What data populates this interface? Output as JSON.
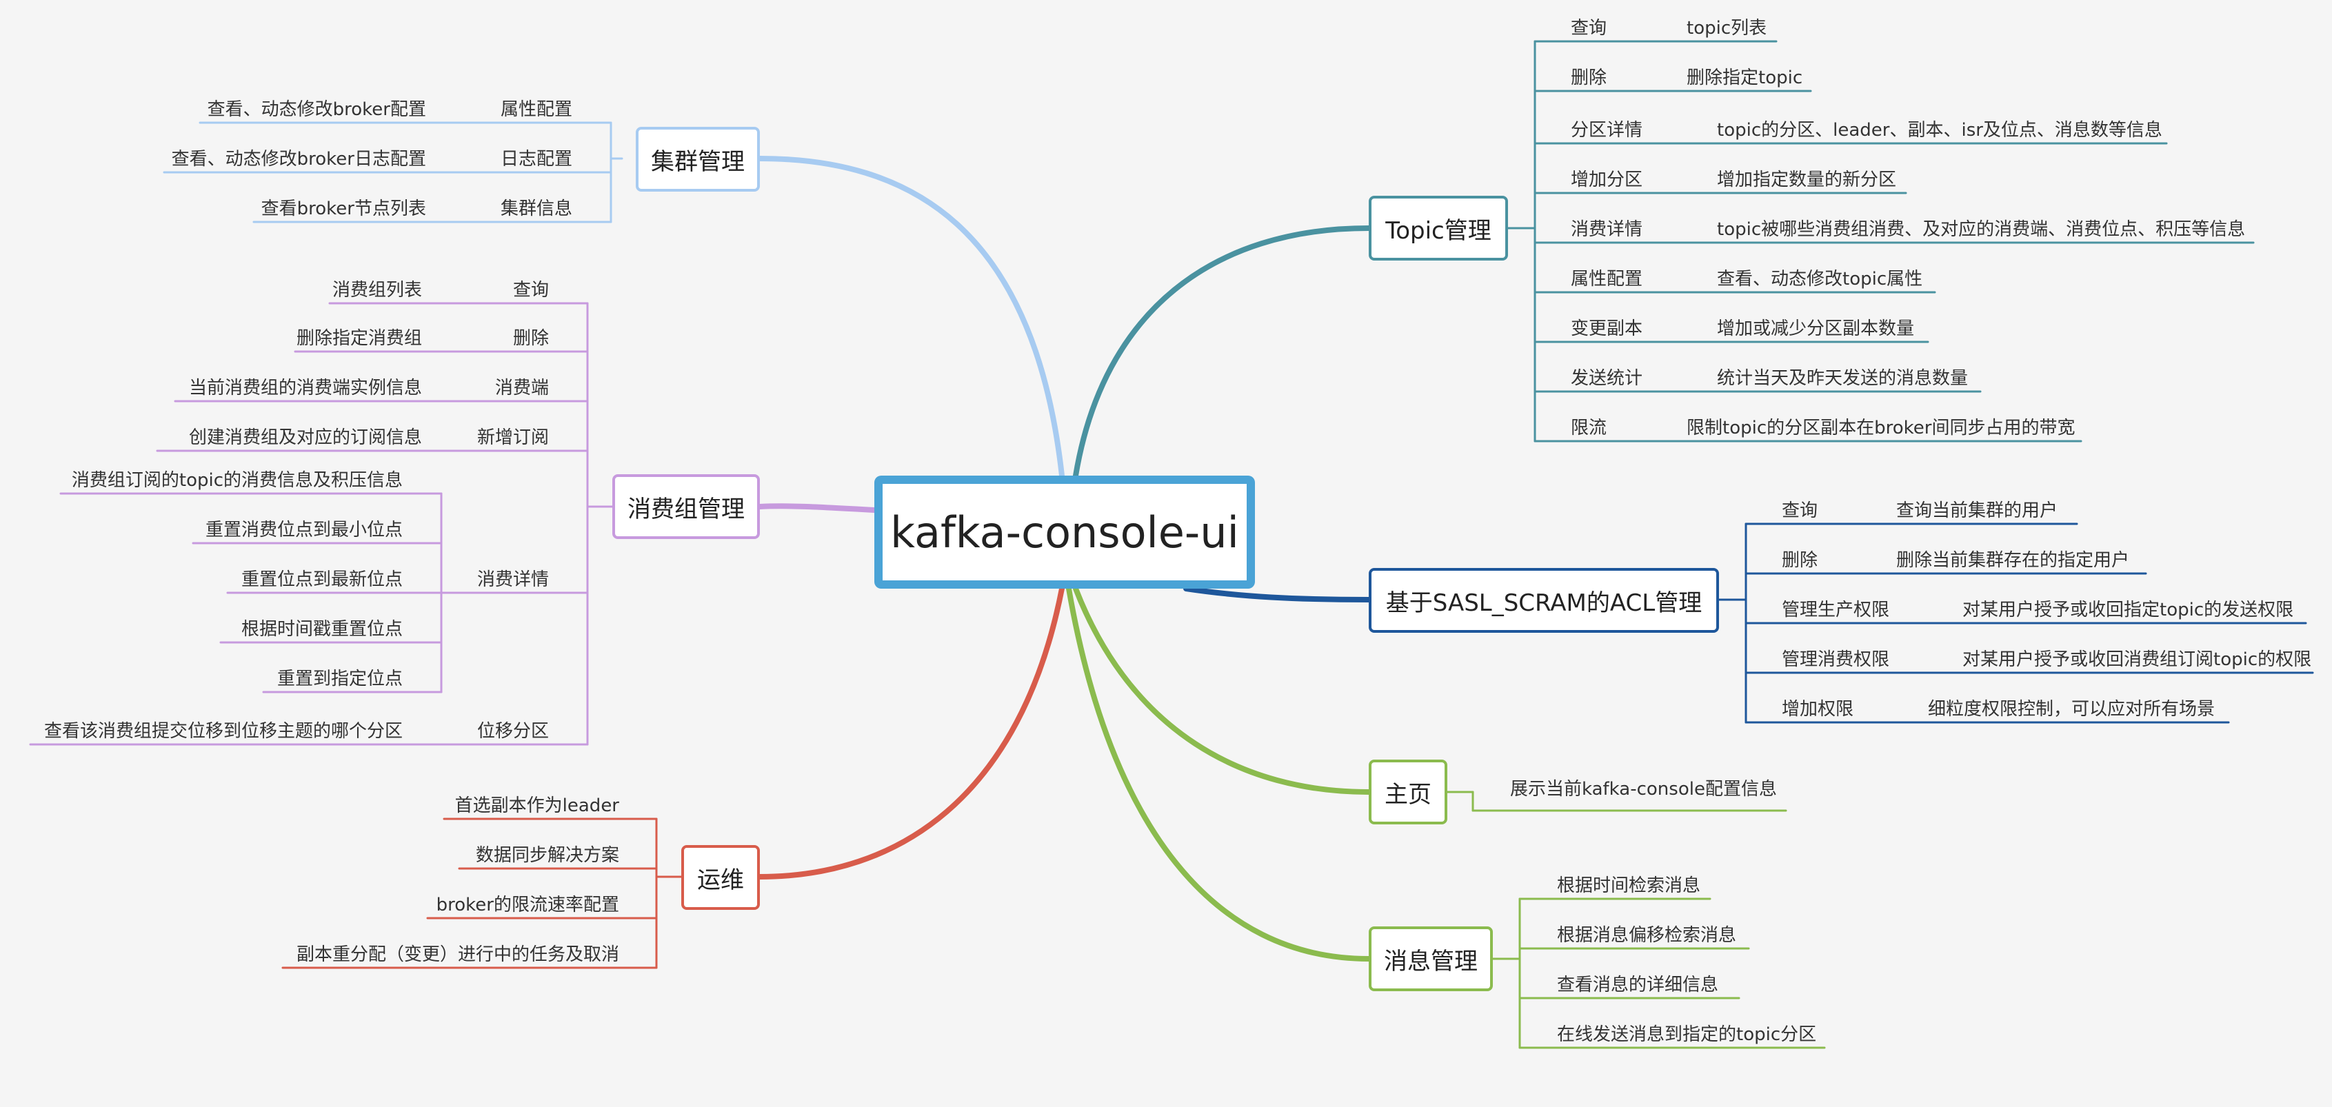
{
  "center": {
    "title": "kafka-console-ui",
    "color": "#4aa3d6"
  },
  "colors": {
    "cluster": "#a7cbf1",
    "consumer": "#c79ade",
    "ops": "#d85c4b",
    "topic": "#4a92a0",
    "acl": "#1e579b",
    "home": "#8bbb4e",
    "message": "#8bbb4e"
  },
  "branches": {
    "cluster": {
      "title": "集群管理",
      "items": [
        {
          "name": "属性配置",
          "desc": "查看、动态修改broker配置"
        },
        {
          "name": "日志配置",
          "desc": "查看、动态修改broker日志配置"
        },
        {
          "name": "集群信息",
          "desc": "查看broker节点列表"
        }
      ]
    },
    "consumer": {
      "title": "消费组管理",
      "items": [
        {
          "name": "查询",
          "desc": "消费组列表"
        },
        {
          "name": "删除",
          "desc": "删除指定消费组"
        },
        {
          "name": "消费端",
          "desc": "当前消费组的消费端实例信息"
        },
        {
          "name": "新增订阅",
          "desc": "创建消费组及对应的订阅信息"
        },
        {
          "name": "消费详情",
          "subs": [
            "消费组订阅的topic的消费信息及积压信息",
            "重置消费位点到最小位点",
            "重置位点到最新位点",
            "根据时间戳重置位点",
            "重置到指定位点"
          ]
        },
        {
          "name": "位移分区",
          "desc": "查看该消费组提交位移到位移主题的哪个分区"
        }
      ]
    },
    "ops": {
      "title": "运维",
      "items": [
        "首选副本作为leader",
        "数据同步解决方案",
        "broker的限流速率配置",
        "副本重分配（变更）进行中的任务及取消"
      ]
    },
    "topic": {
      "title": "Topic管理",
      "items": [
        {
          "name": "查询",
          "desc": "topic列表"
        },
        {
          "name": "删除",
          "desc": "删除指定topic"
        },
        {
          "name": "分区详情",
          "desc": "topic的分区、leader、副本、isr及位点、消息数等信息"
        },
        {
          "name": "增加分区",
          "desc": "增加指定数量的新分区"
        },
        {
          "name": "消费详情",
          "desc": "topic被哪些消费组消费、及对应的消费端、消费位点、积压等信息"
        },
        {
          "name": "属性配置",
          "desc": "查看、动态修改topic属性"
        },
        {
          "name": "变更副本",
          "desc": "增加或减少分区副本数量"
        },
        {
          "name": "发送统计",
          "desc": "统计当天及昨天发送的消息数量"
        },
        {
          "name": "限流",
          "desc": "限制topic的分区副本在broker间同步占用的带宽"
        }
      ]
    },
    "acl": {
      "title": "基于SASL_SCRAM的ACL管理",
      "items": [
        {
          "name": "查询",
          "desc": "查询当前集群的用户"
        },
        {
          "name": "删除",
          "desc": "删除当前集群存在的指定用户"
        },
        {
          "name": "管理生产权限",
          "desc": "对某用户授予或收回指定topic的发送权限"
        },
        {
          "name": "管理消费权限",
          "desc": "对某用户授予或收回消费组订阅topic的权限"
        },
        {
          "name": "增加权限",
          "desc": "细粒度权限控制，可以应对所有场景"
        }
      ]
    },
    "home": {
      "title": "主页",
      "items": [
        "展示当前kafka-console配置信息"
      ]
    },
    "message": {
      "title": "消息管理",
      "items": [
        "根据时间检索消息",
        "根据消息偏移检索消息",
        "查看消息的详细信息",
        "在线发送消息到指定的topic分区"
      ]
    }
  }
}
